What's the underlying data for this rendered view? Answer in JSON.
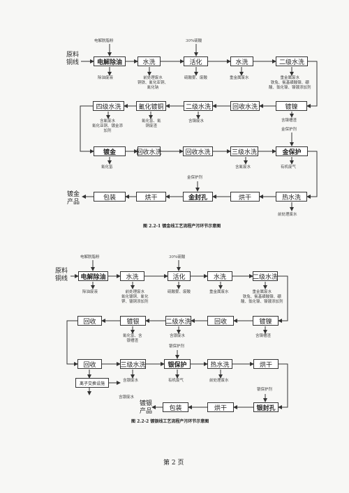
{
  "diagram1": {
    "top_inputs": [
      "电解脱脂粉",
      "30%硫酸"
    ],
    "source_label": "原料\n铜线",
    "product_label": "镀金\n产品",
    "boxes": {
      "a1": "电解除油",
      "a2": "水洗",
      "a3": "活化",
      "a4": "水洗",
      "a5": "二级水洗",
      "b1": "四级水洗",
      "b2": "氰化镀铜",
      "b3": "二级水洗",
      "b4": "回收水洗",
      "b5": "镀镍",
      "c1": "镀金",
      "c2": "回收水洗",
      "c3": "回收水洗",
      "c4": "三级水洗",
      "c5": "金保护",
      "d1": "包装",
      "d2": "烘干",
      "d3": "金封孔",
      "d4": "烘干",
      "d5": "热水洗"
    },
    "notes": {
      "n_a1": "除油废液",
      "n_a2": "前处理废水\n铜铁、氰化亚铜、\n氰化钠",
      "n_a3": "硫酸雾、废酸",
      "n_a4": "重金属废水",
      "n_a5": "重金属废水\n铁兔、氨基磺酸镍、硼\n酸、氯化镍、镍镀添加剂",
      "n_b1": "含氰废水\n氰化亚铜、镀金添\n加剂",
      "n_b2": "氰化氢、氰\n铜废渣",
      "n_b3": "含镍废水",
      "n_b5": "含镍槽渣",
      "n_b5_in": "金保护剂",
      "n_c1": "氰化氢",
      "n_c4": "含氰废水",
      "n_c5": "有机废气",
      "n_d3_in": "金保护剂",
      "n_d5": "前处理废水"
    },
    "caption": "图  2.2-1    镀金线工艺流程产污环节示意图"
  },
  "diagram2": {
    "top_inputs": [
      "电解脱脂粉",
      "30%硫酸"
    ],
    "source_label": "原料\n铜线",
    "product_label": "镀银\n产品",
    "boxes": {
      "a1": "电解除油",
      "a2": "水洗",
      "a3": "活化",
      "a4": "水洗",
      "a5": "二级水洗",
      "b1": "回收",
      "b2": "镀银",
      "b3": "二级水洗",
      "b4": "回收",
      "b5": "镀镍",
      "c1": "回收",
      "c2": "三级水洗",
      "c3": "银保护",
      "c4": "热水洗",
      "c5": "烘干",
      "d2": "包装",
      "d3": "烘干",
      "d4": "银封孔"
    },
    "ion_box": "离子交换设施",
    "notes": {
      "n_a1": "除油废液",
      "n_a2": "前处理废水\n氰化镀铜、氰化\n钾、镀铜添加剂",
      "n_a3": "硫酸雾、废酸",
      "n_a4": "重金属废水",
      "n_a5": "重金属废水\n铁兔、氨基磺酸镍、硼\n酸、氯化镍、镍镀添加剂",
      "n_b2": "氰化氢、含\n银槽渣",
      "n_b3": "含银废水",
      "n_b5": "含镍槽渣",
      "n_c2": "含银废水",
      "n_c3_in": "银保护剂",
      "n_c3": "有机废气",
      "n_c4": "前处理废水",
      "n_ion": "含银废水",
      "n_d4_in": "银保护剂"
    },
    "caption": "图  2.2-2    镀银线工艺流程产污环节示意图"
  },
  "footer": {
    "page": "第 2 页"
  }
}
